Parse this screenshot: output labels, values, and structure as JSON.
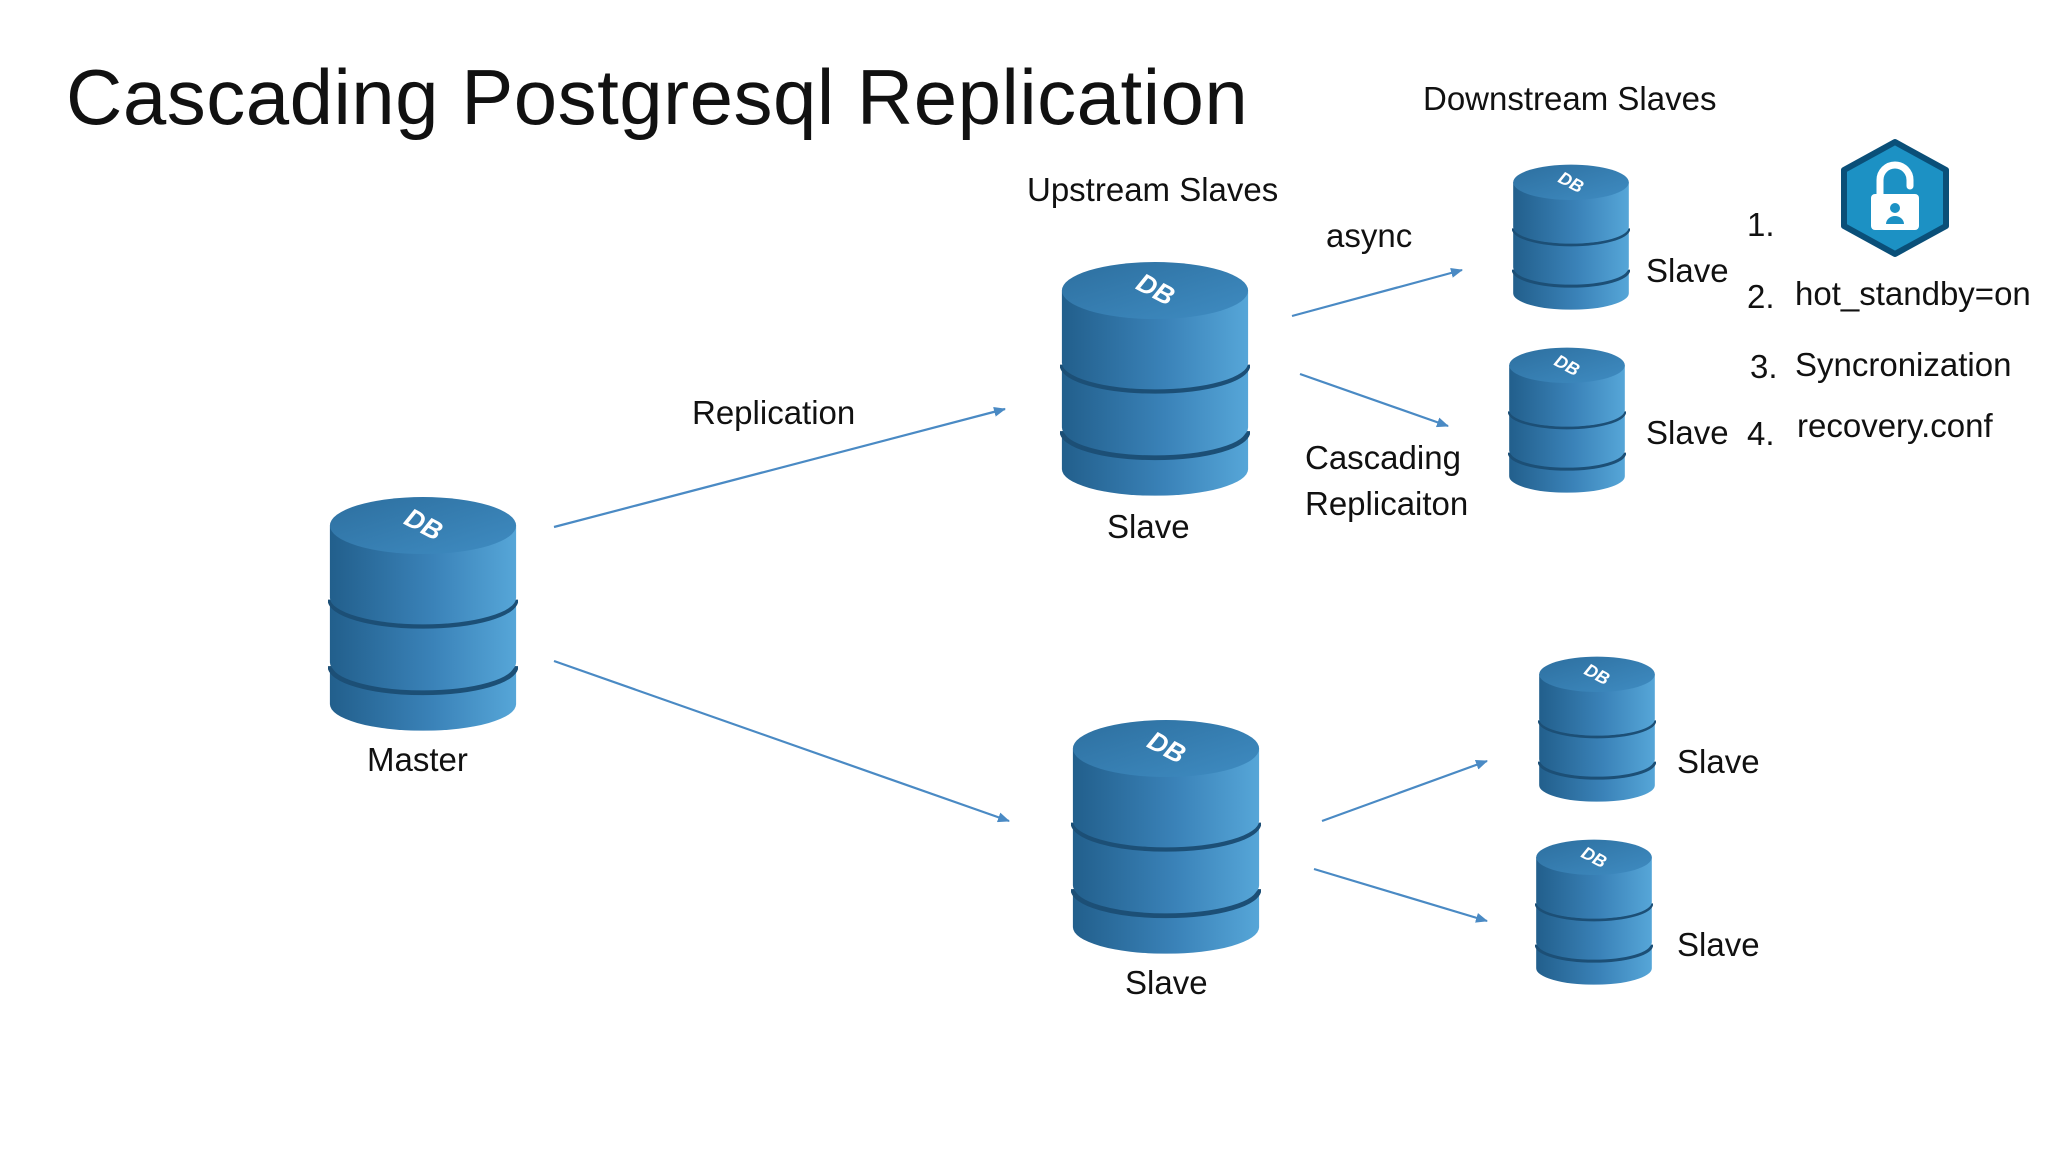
{
  "title": "Cascading Postgresql Replication",
  "db_icon_text": "DB",
  "labels": {
    "downstream": "Downstream Slaves",
    "upstream": "Upstream Slaves",
    "async": "async",
    "replication": "Replication",
    "cascading_line1": "Cascading",
    "cascading_line2": "Replicaiton",
    "master": "Master",
    "slave": "Slave"
  },
  "steps": [
    {
      "num": "1.",
      "text": ""
    },
    {
      "num": "2.",
      "text": "hot_standby=on"
    },
    {
      "num": "3.",
      "text": "Syncronization"
    },
    {
      "num": "4.",
      "text": "recovery.conf"
    }
  ],
  "colors": {
    "db_dark": "#225f8c",
    "db_light": "#4f9ed0",
    "arrow": "#4a8ac4",
    "lock_bg": "#1c91c4",
    "lock_border": "#0a4f78"
  },
  "icons": {
    "database": "database-icon",
    "lock": "unlocked-padlock-icon"
  }
}
